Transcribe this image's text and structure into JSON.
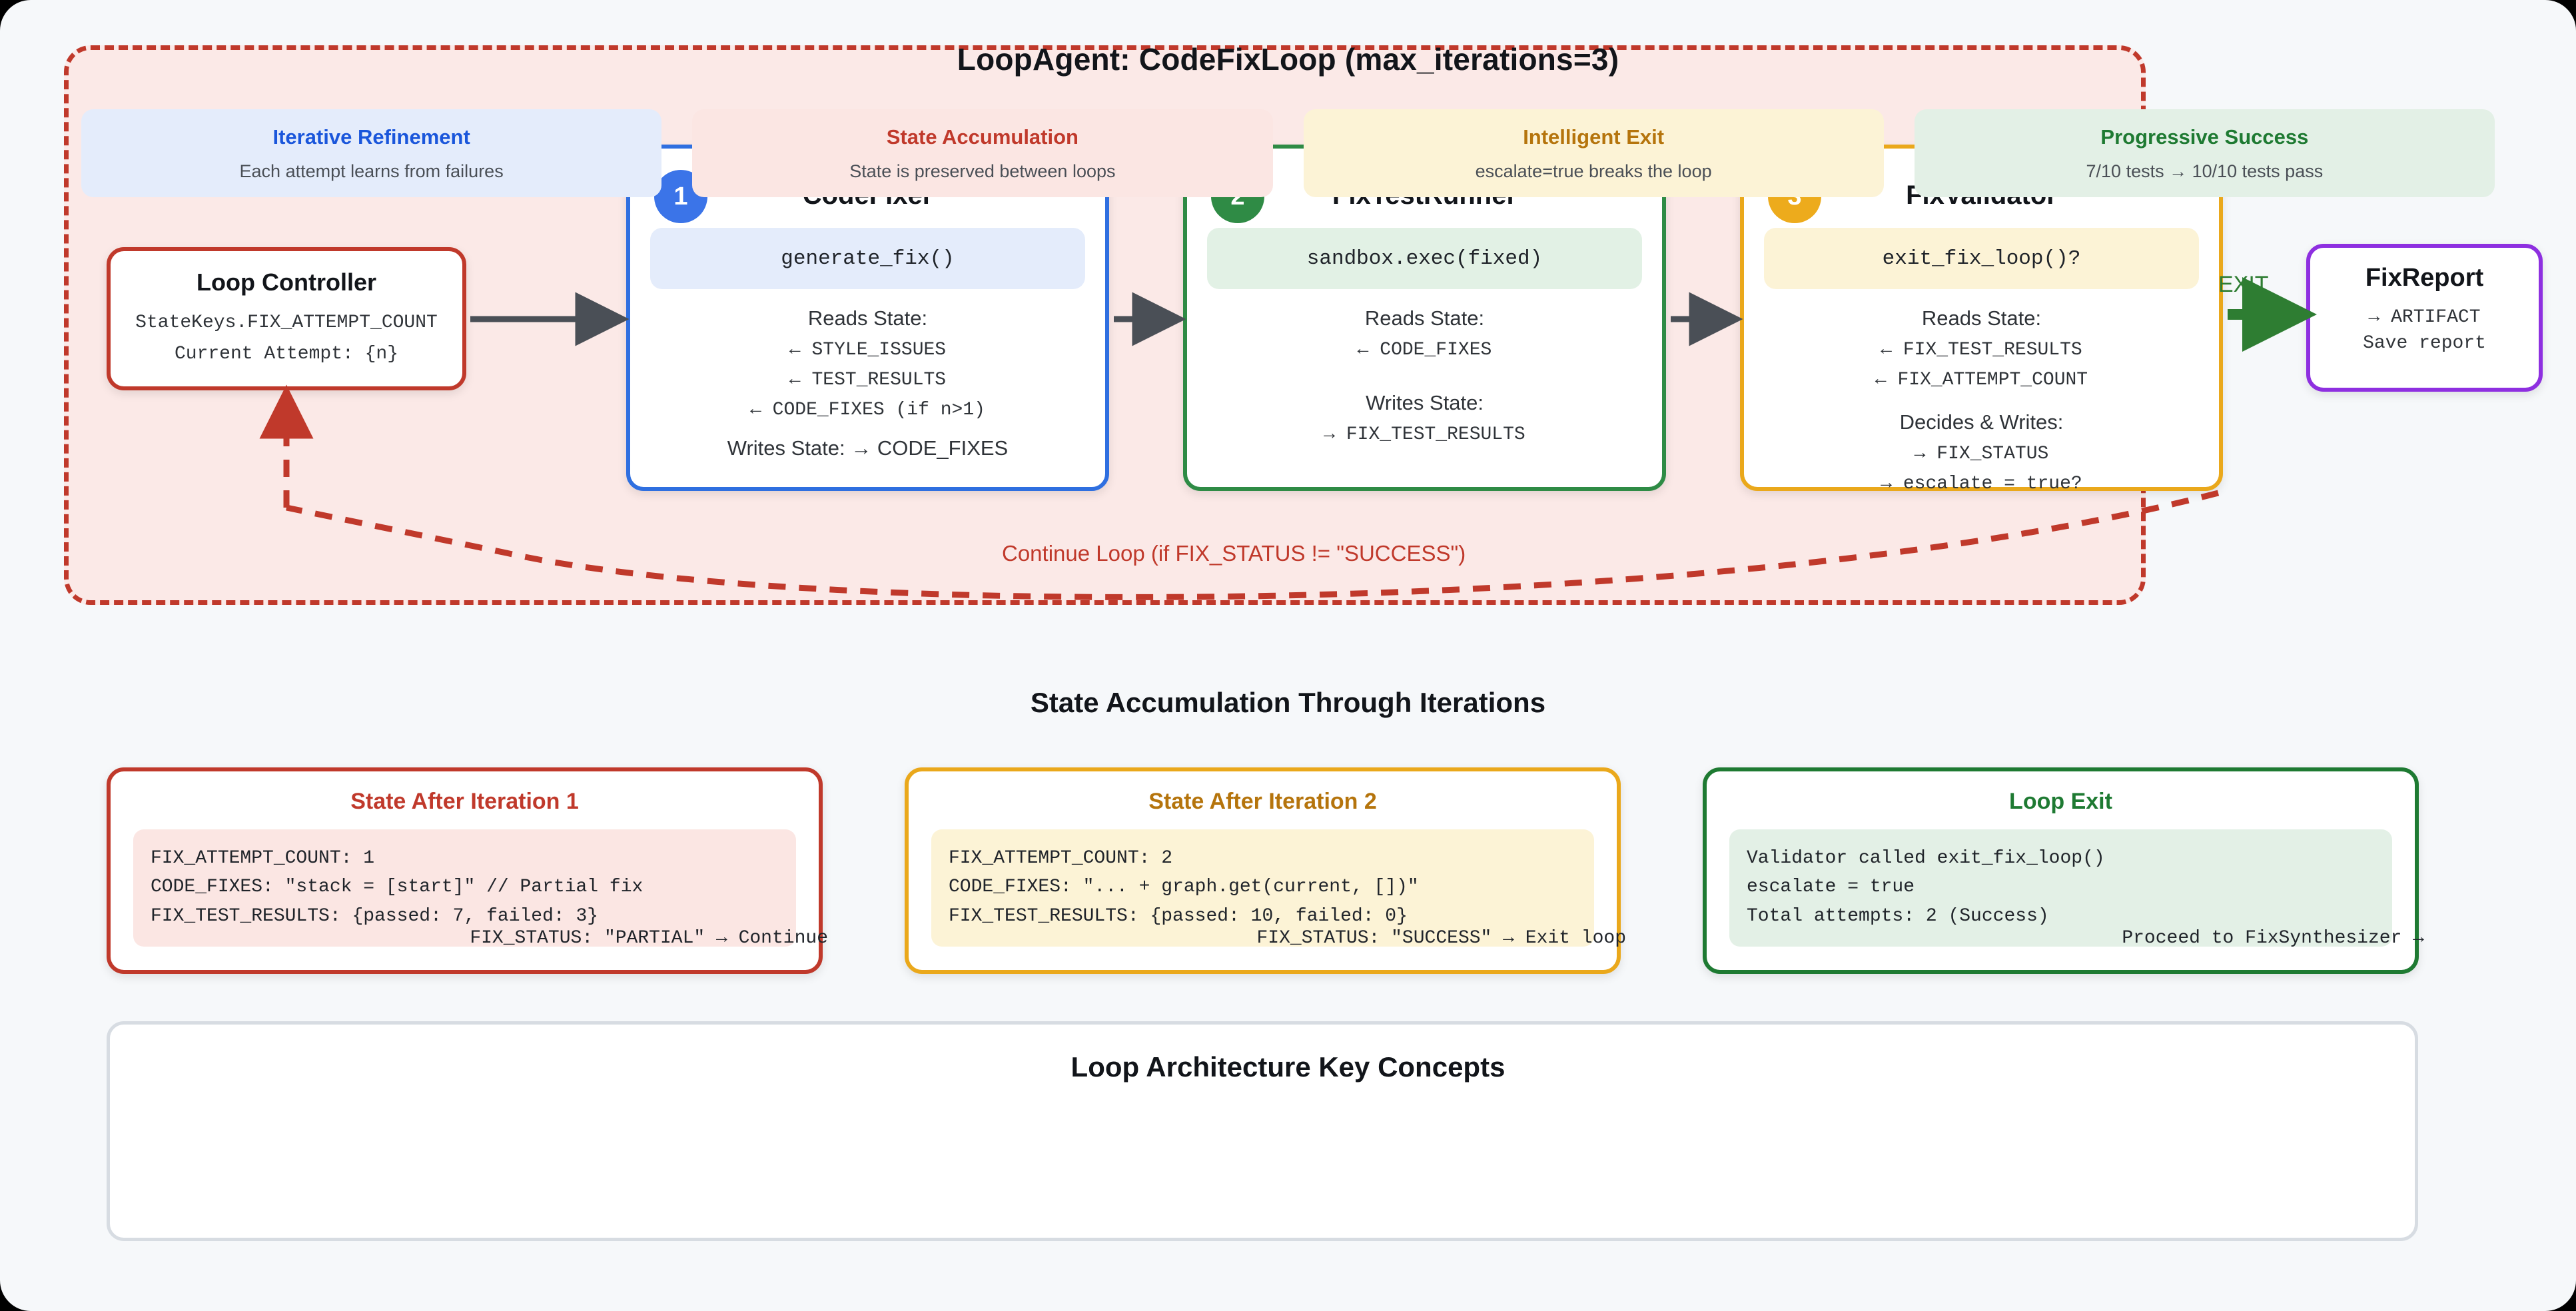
{
  "loop": {
    "title": "LoopAgent: CodeFixLoop (max_iterations=3)",
    "continue_label": "Continue Loop (if FIX_STATUS != \"SUCCESS\")",
    "exit_label": "EXIT"
  },
  "controller": {
    "title": "Loop Controller",
    "line1": "StateKeys.FIX_ATTEMPT_COUNT",
    "line2": "Current Attempt: {n}"
  },
  "agents": [
    {
      "badge": "1",
      "title": "CodeFixer",
      "code": "generate_fix()",
      "reads_label": "Reads State:",
      "reads": [
        "← STYLE_ISSUES",
        "← TEST_RESULTS",
        "← CODE_FIXES (if n>1)"
      ],
      "writes_inline": "Writes State: → CODE_FIXES"
    },
    {
      "badge": "2",
      "title": "FixTestRunner",
      "code": "sandbox.exec(fixed)",
      "reads_label": "Reads State:",
      "reads": [
        "← CODE_FIXES"
      ],
      "writes_label": "Writes State:",
      "writes": [
        "→ FIX_TEST_RESULTS"
      ]
    },
    {
      "badge": "3",
      "title": "FixValidator",
      "code": "exit_fix_loop()?",
      "reads_label": "Reads State:",
      "reads": [
        "← FIX_TEST_RESULTS",
        "← FIX_ATTEMPT_COUNT"
      ],
      "writes_label": "Decides & Writes:",
      "writes": [
        "→ FIX_STATUS",
        "→ escalate = true?"
      ]
    }
  ],
  "report": {
    "title": "FixReport",
    "line1": "→ ARTIFACT",
    "line2": "Save report"
  },
  "state_section": {
    "heading": "State Accumulation Through Iterations",
    "cards": [
      {
        "title": "State After Iteration 1",
        "lines": [
          "FIX_ATTEMPT_COUNT: 1",
          "CODE_FIXES: \"stack = [start]\" // Partial fix",
          "FIX_TEST_RESULTS: {passed: 7, failed: 3}"
        ],
        "footer": "FIX_STATUS: \"PARTIAL\" → Continue"
      },
      {
        "title": "State After Iteration 2",
        "lines": [
          "FIX_ATTEMPT_COUNT: 2",
          "CODE_FIXES: \"... + graph.get(current, [])\"",
          "FIX_TEST_RESULTS: {passed: 10, failed: 0}"
        ],
        "footer": "FIX_STATUS: \"SUCCESS\" → Exit loop"
      },
      {
        "title": "Loop Exit",
        "lines": [
          "Validator called exit_fix_loop()",
          "escalate = true",
          "Total attempts: 2 (Success)"
        ],
        "footer": "Proceed to FixSynthesizer →"
      }
    ]
  },
  "concepts_section": {
    "heading": "Loop Architecture Key Concepts",
    "items": [
      {
        "title": "Iterative Refinement",
        "sub": "Each attempt learns from failures"
      },
      {
        "title": "State Accumulation",
        "sub": "State is preserved between loops"
      },
      {
        "title": "Intelligent Exit",
        "sub": "escalate=true breaks the loop"
      },
      {
        "title": "Progressive Success",
        "sub": "7/10 tests → 10/10 tests pass"
      }
    ]
  },
  "colors": {
    "loop_border": "#c0392b",
    "loop_fill": "#fbe9e7",
    "agent1": "#2f6fe0",
    "agent2": "#2e8b45",
    "agent3": "#eaa81b",
    "report": "#8e2fe0",
    "exit": "#2e7d32",
    "page_bg": "#f6f8fa"
  }
}
